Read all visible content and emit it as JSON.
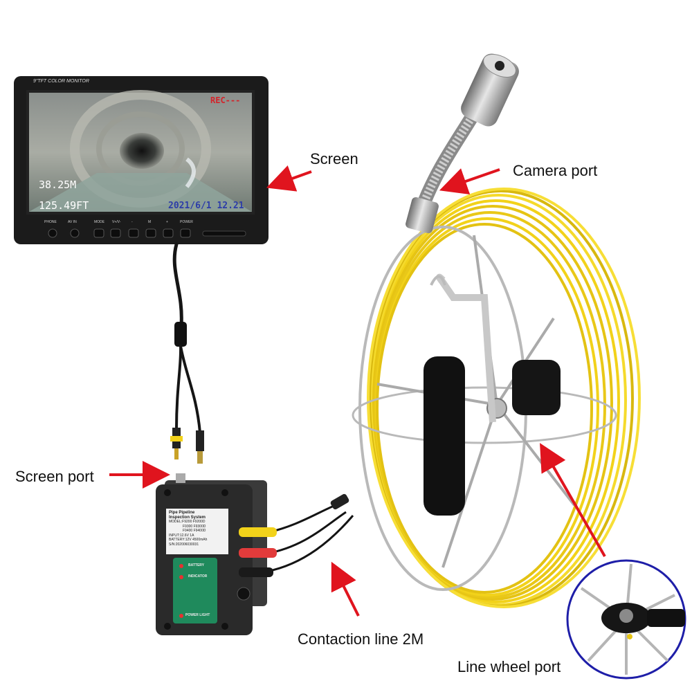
{
  "callouts": {
    "screen": "Screen",
    "camera_port": "Camera port",
    "screen_port": "Screen port",
    "contaction_line": "Contaction line 2M",
    "line_wheel_port": "Line wheel port"
  },
  "monitor": {
    "brand_text": "9\"TFT COLOR MONITOR",
    "rec": "REC---",
    "depth_m": "38.25M",
    "depth_ft": "125.49FT",
    "datetime": "2021/6/1 12.21",
    "buttons": [
      "PHONE",
      "AV IN",
      "MODE",
      "V+/V-",
      "-",
      "M",
      "+",
      "POWER"
    ]
  },
  "control_box": {
    "label_title_1": "Pipe Pipeline",
    "label_title_2": "Inspection System",
    "label_lines": [
      "MODEL:F9200 F9200D",
      "F9300 F9300D",
      "F9400 F9400D",
      "INPUT:12.6V 1A",
      "BATTERY:12V 4500mAh",
      "S/N:202006030031"
    ],
    "indicators": [
      "BATTERY",
      "INDICATOR",
      "POWER LIGHT"
    ]
  },
  "colors": {
    "arrow": "#e0141e",
    "cable": "#f2d21a",
    "monitor_body": "#1b1b1b",
    "box_body": "#2a2a2a",
    "panel_green": "#1f8a5c"
  }
}
